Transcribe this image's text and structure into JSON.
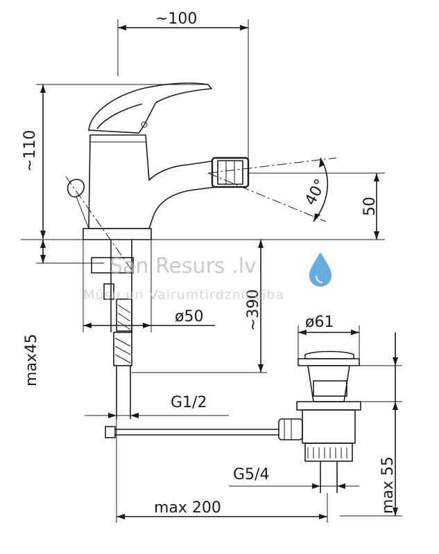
{
  "dimensions": {
    "spout_reach": "~100",
    "height": "~110",
    "angle": "40°",
    "outlet_height": "50",
    "hose_length": "~390",
    "base_diameter": "ø50",
    "max_thickness": "max45",
    "waste_diameter": "ø61",
    "inlet_thread": "G1/2",
    "waste_thread": "G5/4",
    "waste_depth": "max 55",
    "rod_length": "max 200"
  },
  "watermark": {
    "brand": "San Resurs .lv",
    "tagline": "Mūsu un Vairumtirdzniecība",
    "drop_color": "#4a9fd8"
  }
}
